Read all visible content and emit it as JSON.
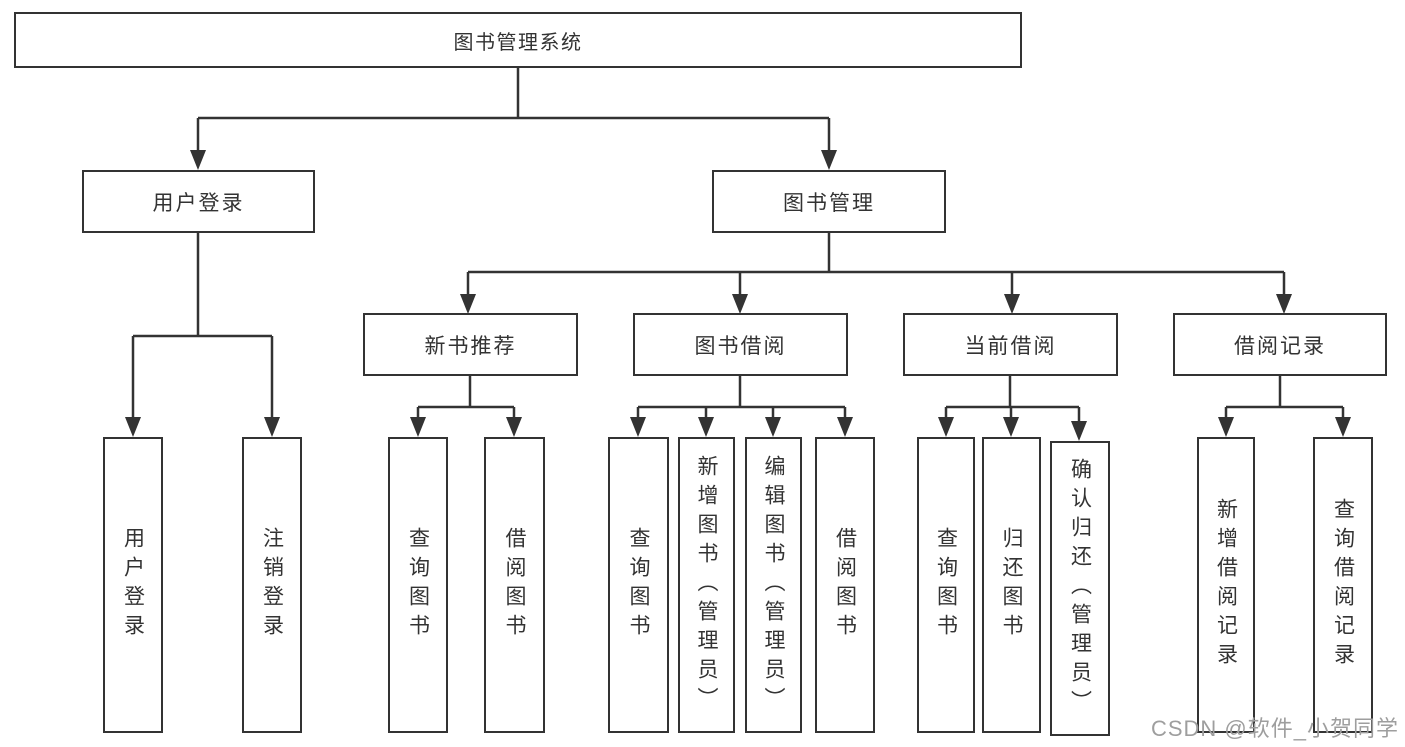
{
  "diagram_type": "hierarchy-tree",
  "colors": {
    "line": "#333333",
    "box_background": "#ffffff",
    "text": "#333333",
    "watermark": "#9e9e9e"
  },
  "tree": {
    "label": "图书管理系统",
    "children": [
      {
        "label": "用户登录",
        "children": [
          {
            "label": "用户登录"
          },
          {
            "label": "注销登录"
          }
        ]
      },
      {
        "label": "图书管理",
        "children": [
          {
            "label": "新书推荐",
            "children": [
              {
                "label": "查询图书"
              },
              {
                "label": "借阅图书"
              }
            ]
          },
          {
            "label": "图书借阅",
            "children": [
              {
                "label": "查询图书"
              },
              {
                "label": "新增图书（管理员）"
              },
              {
                "label": "编辑图书（管理员）"
              },
              {
                "label": "借阅图书"
              }
            ]
          },
          {
            "label": "当前借阅",
            "children": [
              {
                "label": "查询图书"
              },
              {
                "label": "归还图书"
              },
              {
                "label": "确认归还（管理员）"
              }
            ]
          },
          {
            "label": "借阅记录",
            "children": [
              {
                "label": "新增借阅记录"
              },
              {
                "label": "查询借阅记录"
              }
            ]
          }
        ]
      }
    ]
  },
  "watermark": {
    "text": "CSDN @软件_小贺同学"
  }
}
